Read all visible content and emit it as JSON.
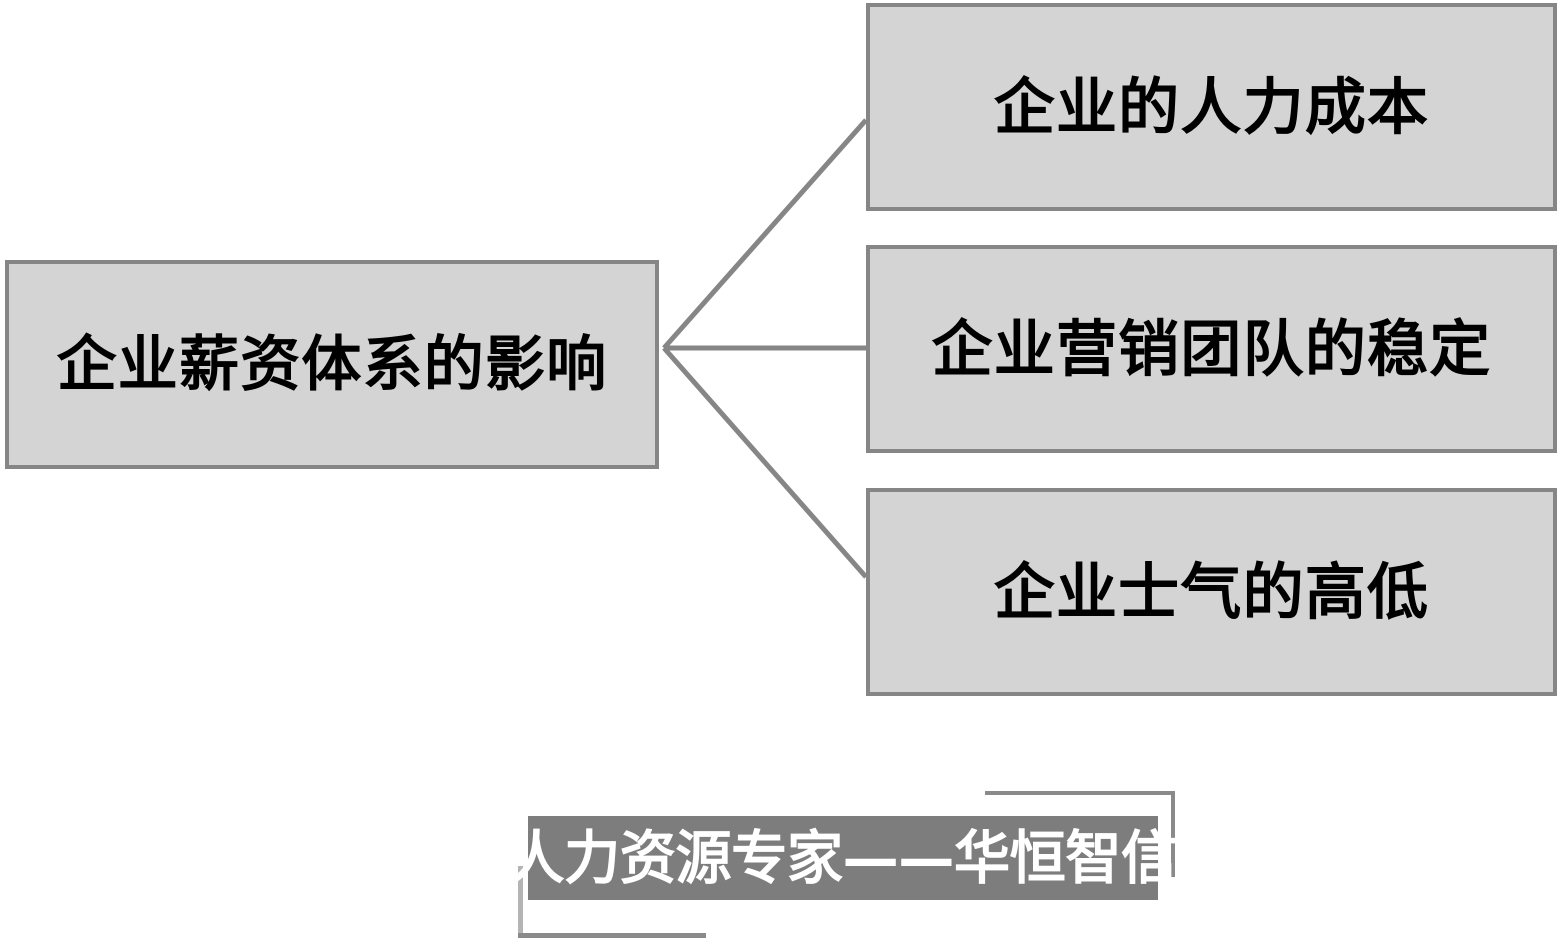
{
  "diagram": {
    "type": "fan-out-tree",
    "root": {
      "label": "企业薪资体系的影响"
    },
    "branches": [
      {
        "label": "企业的人力成本"
      },
      {
        "label": "企业营销团队的稳定"
      },
      {
        "label": "企业士气的高低"
      }
    ],
    "colors": {
      "box_fill": "#d4d4d4",
      "box_border": "#868686",
      "connector": "#868686",
      "watermark_bar": "#7d7d7d",
      "watermark_text": "#ffffff",
      "background": "#ffffff"
    }
  },
  "watermark": {
    "text": "人力资源专家——华恒智信"
  }
}
